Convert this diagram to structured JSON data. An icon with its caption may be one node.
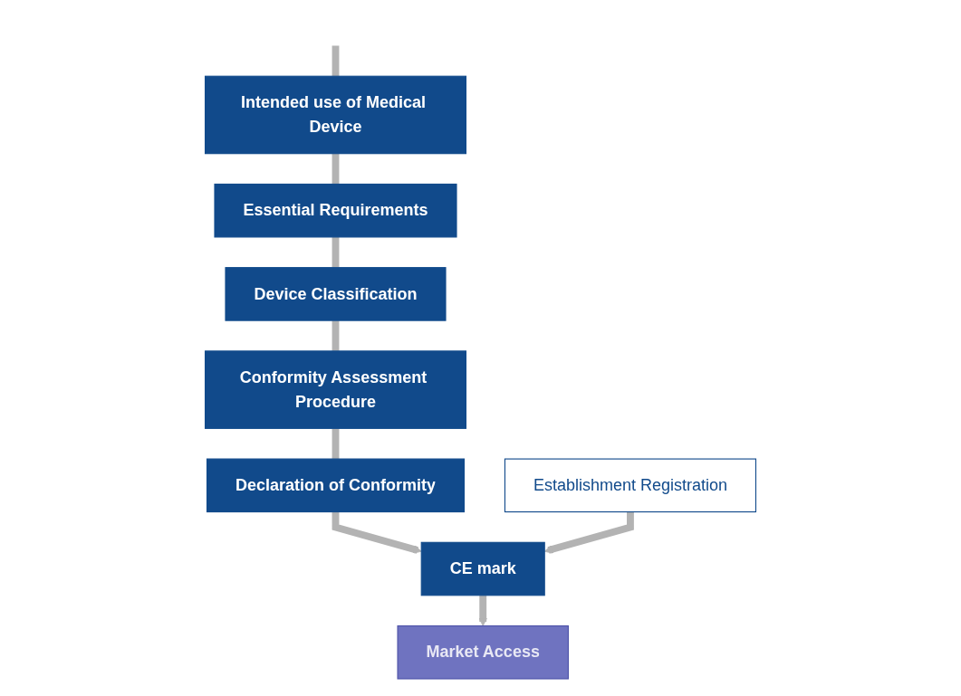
{
  "diagram": {
    "nodes": [
      {
        "text": [
          "Intended use of Medical Device"
        ]
      },
      {
        "text": [
          "Essential Requirements"
        ]
      },
      {
        "text": [
          "Device Classification"
        ]
      },
      {
        "text": [
          "Conformity Assessment Procedure"
        ]
      },
      {
        "text": [
          "Declaration of Conformity"
        ]
      },
      {
        "text": [
          "Establishment Registration"
        ]
      },
      {
        "text": [
          "CE mark"
        ]
      },
      {
        "text": [
          "Market Access"
        ]
      }
    ],
    "edges": [
      {
        "from": null,
        "to": 0,
        "arrow": "none"
      },
      {
        "from": 0,
        "to": 1,
        "arrow": "none"
      },
      {
        "from": 1,
        "to": 2,
        "arrow": "none"
      },
      {
        "from": 2,
        "to": 3,
        "arrow": "none"
      },
      {
        "from": 3,
        "to": 4,
        "arrow": "none"
      },
      {
        "from": 4,
        "to": 6,
        "arrow": "to"
      },
      {
        "from": 5,
        "to": 6,
        "arrow": "to"
      },
      {
        "from": 6,
        "to": 7,
        "arrow": "to"
      }
    ]
  }
}
